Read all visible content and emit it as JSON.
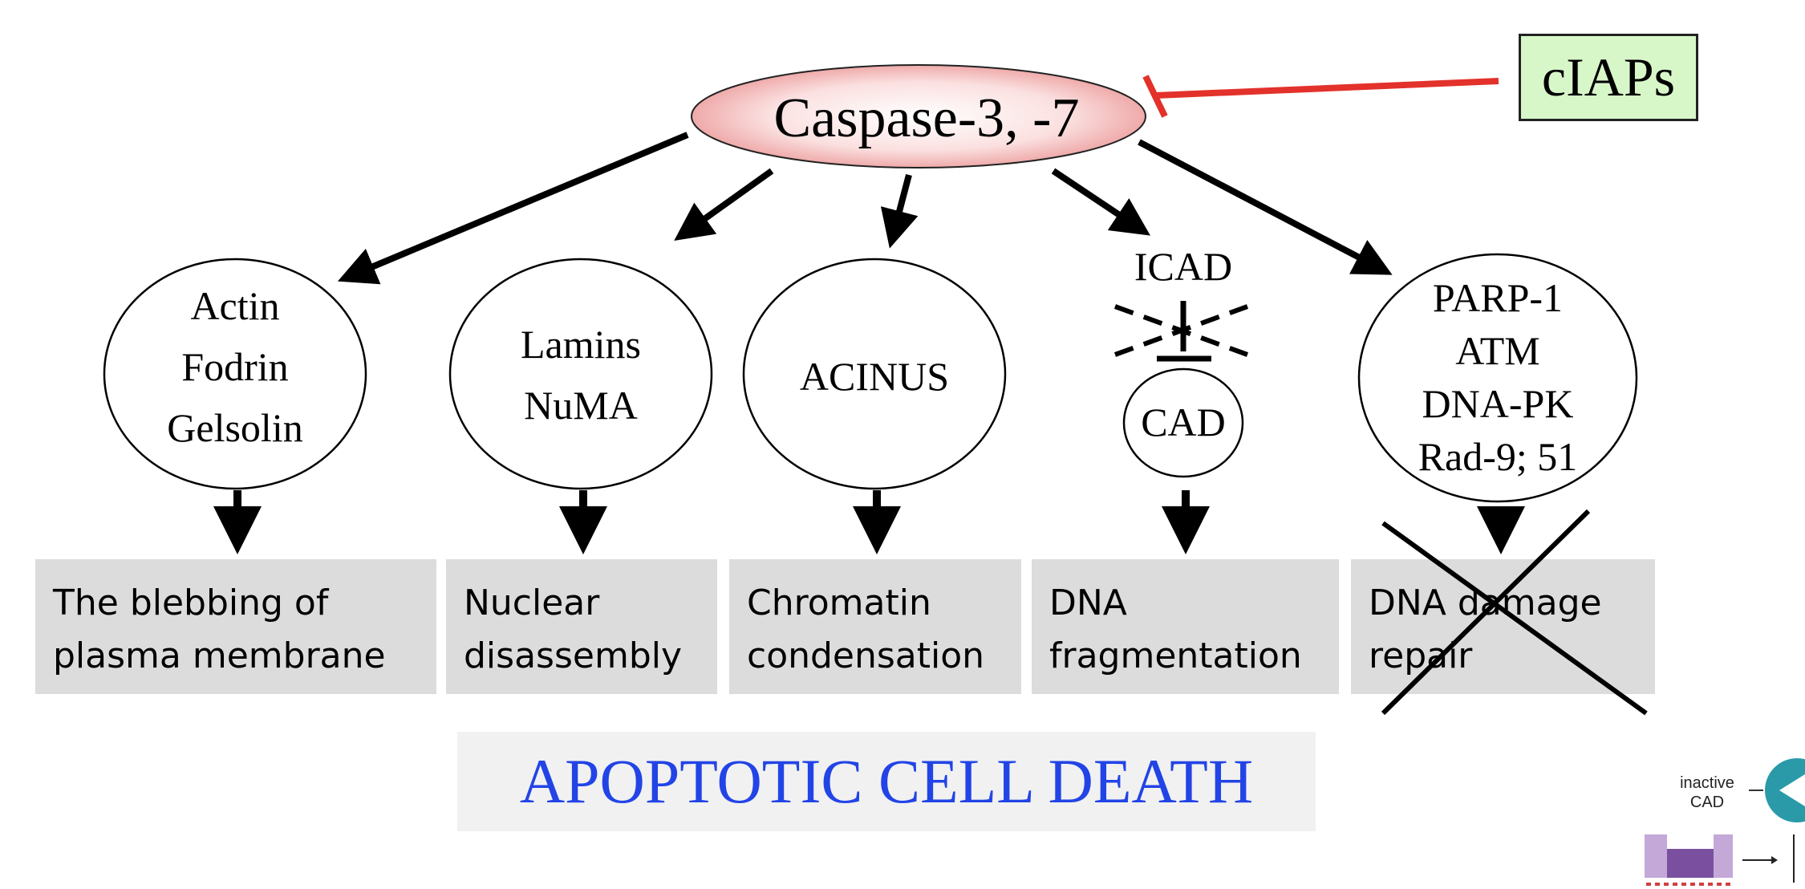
{
  "upstream": {
    "enzyme": "Caspase-3, -7",
    "inhibitor": "cIAPs"
  },
  "substrate_groups": [
    {
      "lines": [
        "Actin",
        "Fodrin",
        "Gelsolin"
      ],
      "outcome": [
        "The blebbing of",
        "plasma membrane"
      ]
    },
    {
      "lines": [
        "Lamins",
        "NuMA"
      ],
      "outcome": [
        "Nuclear",
        "disassembly"
      ]
    },
    {
      "lines": [
        "ACINUS"
      ],
      "outcome": [
        "Chromatin",
        "condensation"
      ]
    },
    {
      "inhibitor": "ICAD",
      "lines": [
        "CAD"
      ],
      "outcome": [
        "DNA",
        "fragmentation"
      ]
    },
    {
      "lines": [
        "PARP-1",
        "ATM",
        "DNA-PK",
        "Rad-9; 51"
      ],
      "outcome": [
        "DNA damage",
        "repair"
      ],
      "crossed_out": true
    }
  ],
  "result": "APOPTOTIC CELL DEATH",
  "thumbnail": {
    "label": [
      "inactive",
      "CAD"
    ]
  },
  "colors": {
    "enzyme_fill_center": "#ffffff",
    "enzyme_fill_edge": "#e88a8a",
    "inhibitor_box": "#d8f7c9",
    "inhibition_line": "#e3312b",
    "outcome_box": "#dcdcdc",
    "result_text": "#2244e6",
    "result_box": "#f1f1f1",
    "thumb_teal": "#2a9aa8",
    "thumb_purple": "#7b4fa0",
    "thumb_light_purple": "#c4a8d8"
  }
}
